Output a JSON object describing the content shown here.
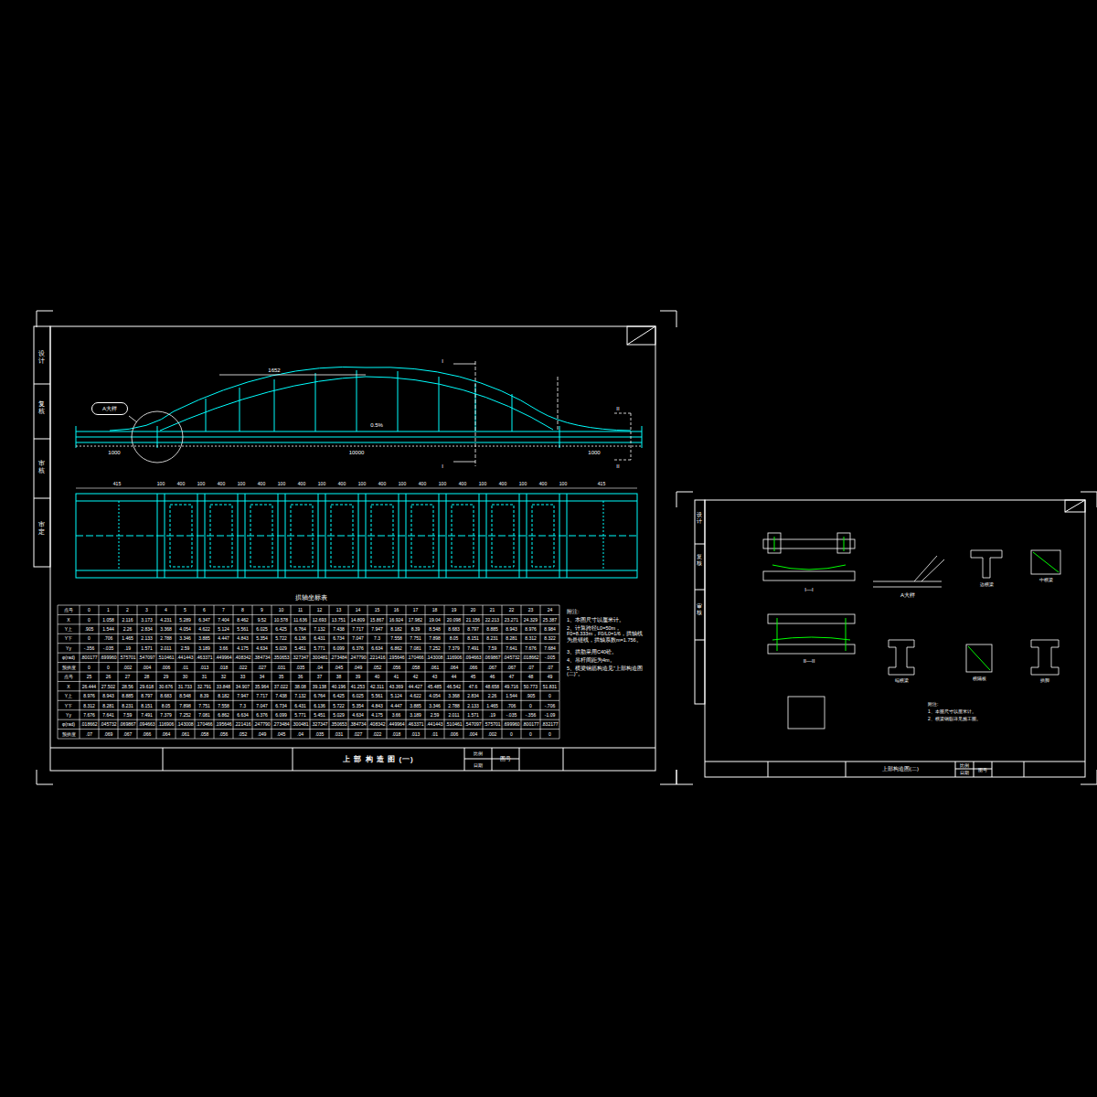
{
  "diagram": {
    "nodes": [
      {
        "text": [
          "A大样"
        ]
      },
      {
        "text": [
          "上 部 构 造 图 (一)"
        ]
      },
      {
        "text": [
          "比例"
        ]
      },
      {
        "text": [
          "日期"
        ]
      },
      {
        "text": [
          "图号"
        ]
      },
      {
        "text": [
          "上部构造图(二)"
        ]
      },
      {
        "text": [
          "比例"
        ]
      },
      {
        "text": [
          "日期"
        ]
      },
      {
        "text": [
          "图号"
        ]
      }
    ],
    "labels": [
      "1000",
      "10000",
      "1000",
      "1652",
      "0.5%",
      "I",
      "I",
      "II",
      "II",
      "附注:",
      "1、本图尺寸以厘米计。",
      "2、计算跨径L0=50m，F0=8.333m，F0/L0=1/6，拱轴线为悬链线，拱轴系数m=1.756。",
      "3、拱肋采用C40砼。",
      "4、吊杆间距为4m。",
      "5、横梁钢筋构造见\"上部构造图(二)\"。",
      "拱轴坐标表",
      "设计",
      "复核",
      "审核",
      "审定",
      "I—I",
      "II—II",
      "A大样",
      "边横梁",
      "中横梁",
      "端横梁",
      "横隔板",
      "拱脚",
      "附注:",
      "1、本图尺寸以厘米计。",
      "2、横梁钢筋详见施工图。",
      "设计",
      "复核",
      "审核",
      "415",
      "100",
      "400",
      "100",
      "400",
      "100",
      "400",
      "100",
      "400",
      "100",
      "400",
      "100",
      "400",
      "100",
      "400",
      "100",
      "400",
      "100",
      "400",
      "100",
      "400",
      "100",
      "415",
      "点号",
      "0",
      "1",
      "2",
      "3",
      "4",
      "5",
      "6",
      "7",
      "8",
      "9",
      "10",
      "11",
      "12",
      "13",
      "14",
      "15",
      "16",
      "17",
      "18",
      "19",
      "20",
      "21",
      "22",
      "23",
      "24",
      "X",
      "0",
      "1.058",
      "2.116",
      "3.173",
      "4.231",
      "5.289",
      "6.347",
      "7.404",
      "8.462",
      "9.52",
      "10.578",
      "11.636",
      "12.693",
      "13.751",
      "14.809",
      "15.867",
      "16.924",
      "17.982",
      "19.04",
      "20.098",
      "21.156",
      "22.213",
      "23.271",
      "24.329",
      "25.387",
      "Y上",
      ".905",
      "1.544",
      "2.26",
      "2.834",
      "3.368",
      "4.054",
      "4.622",
      "5.124",
      "5.561",
      "6.025",
      "6.425",
      "6.764",
      "7.132",
      "7.438",
      "7.717",
      "7.947",
      "8.182",
      "8.39",
      "8.548",
      "8.683",
      "8.797",
      "8.885",
      "8.943",
      "8.976",
      "8.984",
      "Y下",
      "0",
      ".706",
      "1.465",
      "2.133",
      "2.788",
      "3.346",
      "3.885",
      "4.447",
      "4.843",
      "5.354",
      "5.722",
      "6.136",
      "6.431",
      "6.734",
      "7.047",
      "7.3",
      "7.558",
      "7.751",
      "7.898",
      "8.05",
      "8.151",
      "8.231",
      "8.281",
      "8.312",
      "8.322",
      "Yy",
      "-.356",
      "-.035",
      ".19",
      "1.571",
      "2.011",
      "2.59",
      "3.189",
      "3.66",
      "4.175",
      "4.634",
      "5.029",
      "5.451",
      "5.771",
      "6.099",
      "6.376",
      "6.634",
      "6.862",
      "7.081",
      "7.252",
      "7.379",
      "7.491",
      "7.59",
      "7.641",
      "7.676",
      "7.684",
      "φ(rad)",
      ".800177",
      ".699960",
      ".575701",
      ".547097",
      ".510461",
      ".441443",
      ".463371",
      ".449964",
      ".408342",
      ".384734",
      ".350653",
      ".327347",
      ".300481",
      ".273484",
      ".247790",
      ".221416",
      ".195646",
      ".170466",
      ".143008",
      ".116906",
      ".094663",
      ".069867",
      ".045732",
      ".018662",
      "-.005",
      "预拱度",
      "0",
      "0",
      ".002",
      ".004",
      ".006",
      ".01",
      ".013",
      ".018",
      ".022",
      ".027",
      ".031",
      ".035",
      ".04",
      ".045",
      ".049",
      ".052",
      ".056",
      ".058",
      ".061",
      ".064",
      ".066",
      ".067",
      ".067",
      ".07",
      ".07",
      "点号",
      "25",
      "26",
      "27",
      "28",
      "29",
      "30",
      "31",
      "32",
      "33",
      "34",
      "35",
      "36",
      "37",
      "38",
      "39",
      "40",
      "41",
      "42",
      "43",
      "44",
      "45",
      "46",
      "47",
      "48",
      "49",
      "X",
      "26.444",
      "27.502",
      "28.56",
      "29.618",
      "30.676",
      "31.733",
      "32.791",
      "33.848",
      "34.907",
      "35.964",
      "37.022",
      "38.08",
      "39.138",
      "40.196",
      "41.253",
      "42.311",
      "43.369",
      "44.427",
      "45.485",
      "46.542",
      "47.6",
      "48.658",
      "49.716",
      "50.773",
      "51.831",
      "Y上",
      "8.976",
      "8.943",
      "8.885",
      "8.797",
      "8.683",
      "8.548",
      "8.39",
      "8.182",
      "7.947",
      "7.717",
      "7.438",
      "7.132",
      "6.764",
      "6.425",
      "6.025",
      "5.561",
      "5.124",
      "4.622",
      "4.054",
      "3.368",
      "2.834",
      "2.26",
      "1.544",
      ".905",
      "0",
      "Y下",
      "8.312",
      "8.281",
      "8.231",
      "8.151",
      "8.05",
      "7.898",
      "7.751",
      "7.558",
      "7.3",
      "7.047",
      "6.734",
      "6.431",
      "6.136",
      "5.722",
      "5.354",
      "4.843",
      "4.447",
      "3.885",
      "3.346",
      "2.788",
      "2.133",
      "1.465",
      ".706",
      "0",
      "-.706",
      "Yy",
      "7.676",
      "7.641",
      "7.59",
      "7.491",
      "7.379",
      "7.252",
      "7.081",
      "6.862",
      "6.634",
      "6.376",
      "6.099",
      "5.771",
      "5.451",
      "5.029",
      "4.634",
      "4.175",
      "3.66",
      "3.189",
      "2.59",
      "2.011",
      "1.571",
      ".19",
      "-.035",
      "-.356",
      "-1.09",
      "φ(rad)",
      ".018662",
      ".045732",
      ".069867",
      ".094663",
      ".116906",
      ".143008",
      ".170466",
      ".195646",
      ".221416",
      ".247790",
      ".273484",
      ".300481",
      ".327347",
      ".350653",
      ".384734",
      ".408342",
      ".449964",
      ".463371",
      ".441443",
      ".510461",
      ".547097",
      ".575701",
      ".699960",
      ".800177",
      ".832177",
      "预拱度",
      ".07",
      ".069",
      ".067",
      ".066",
      ".064",
      ".061",
      ".058",
      ".056",
      ".052",
      ".049",
      ".045",
      ".04",
      ".035",
      ".031",
      ".027",
      ".022",
      ".018",
      ".013",
      ".01",
      ".006",
      ".004",
      ".002",
      "0",
      "0",
      "0"
    ]
  }
}
